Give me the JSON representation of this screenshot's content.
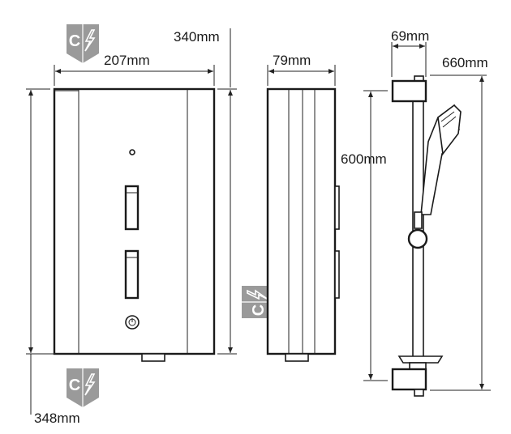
{
  "dimensions": {
    "front_width": "207mm",
    "front_height": "340mm",
    "front_height_total": "348mm",
    "side_depth": "79mm",
    "rail_depth": "69mm",
    "rail_height_total": "660mm",
    "rail_height_fixing": "600mm"
  },
  "icons": {
    "cable_entry_top": "cable-entry-icon",
    "cable_entry_side": "cable-entry-icon",
    "cable_entry_bottom": "cable-entry-icon"
  },
  "colors": {
    "icon_grey": "#9a9a9a",
    "line": "#1a1a1a"
  }
}
